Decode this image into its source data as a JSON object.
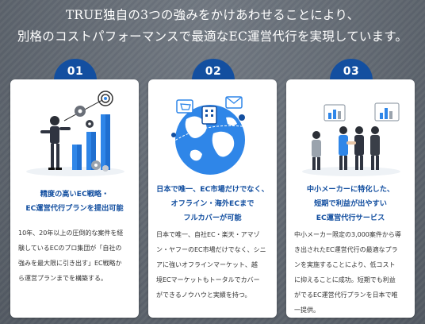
{
  "headline": {
    "line1": "TRUE独自の3つの強みをかけあわせることにより、",
    "line2": "別格のコストパフォーマンスで最適なEC運営代行を実現しています。"
  },
  "cards": [
    {
      "number": "01",
      "title": [
        "精度の高いEC戦略・",
        "EC運営代行プランを提出可能"
      ],
      "body": [
        "10年、20年以上の圧倒的な案件を経",
        "験しているECのプロ集団が「自社の",
        "強みを最大限に引き出す」EC戦略か",
        "ら運営プランまでを構築する。"
      ]
    },
    {
      "number": "02",
      "title": [
        "日本で唯一、EC市場だけでなく、",
        "オフライン・海外ECまで",
        "フルカバーが可能"
      ],
      "body": [
        "日本で唯一、自社EC・楽天・アマゾ",
        "ン・ヤフーのEC市場だけでなく、シニ",
        "アに強いオフラインマーケット、越",
        "境ECマーケットもトータルでカバー",
        "ができるノウハウと実績を持つ。"
      ]
    },
    {
      "number": "03",
      "title": [
        "中小メーカーに特化した、",
        "短期で利益が出やすい",
        "EC運営代行サービス"
      ],
      "body": [
        "中小メーカー限定の3,000案件から導",
        "き出されたEC運営代行の最適なプラ",
        "ンを実施することにより、低コスト",
        "に抑えることに成功。短期でも利益",
        "がでるEC運営代行プランを日本で唯",
        "一提供。"
      ]
    }
  ],
  "colors": {
    "accent": "#134fa0",
    "bar": "#2f86e8",
    "background": "#636b75"
  },
  "icons": [
    "growth-chart-illustration",
    "globe-illustration",
    "business-meeting-illustration"
  ]
}
